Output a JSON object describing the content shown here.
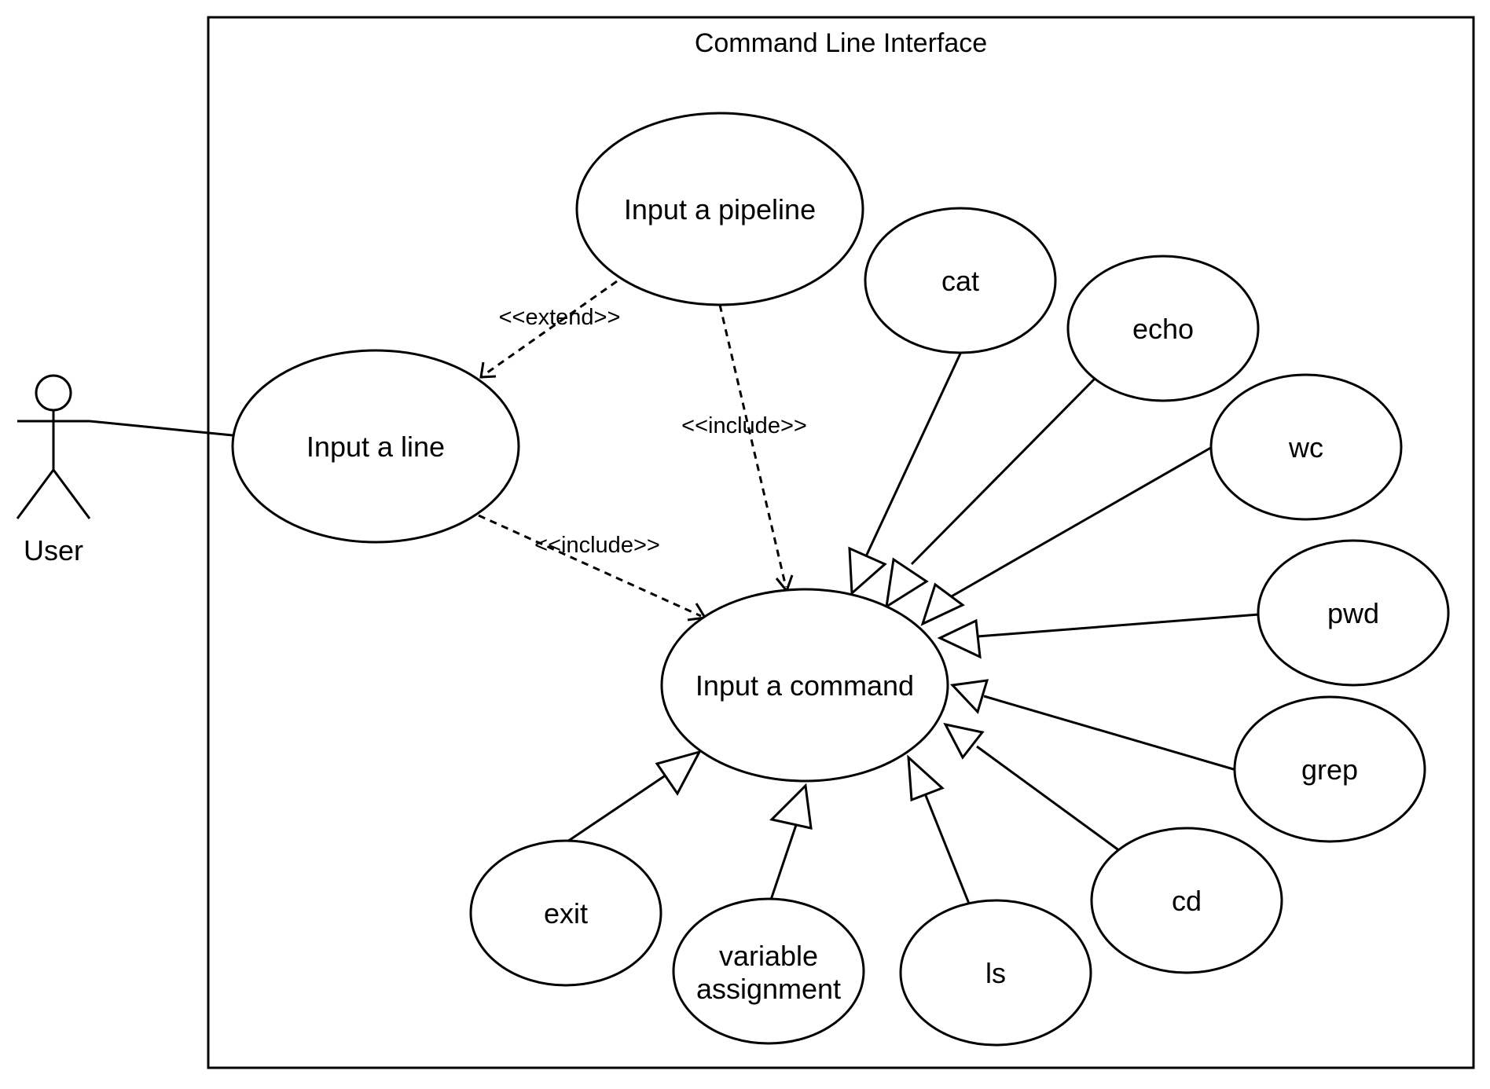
{
  "system": {
    "title": "Command Line Interface"
  },
  "actor": {
    "label": "User"
  },
  "use_cases": {
    "input_line": "Input a line",
    "input_pipeline": "Input a pipeline",
    "input_command": "Input a command",
    "cat": "cat",
    "echo": "echo",
    "wc": "wc",
    "pwd": "pwd",
    "grep": "grep",
    "cd": "cd",
    "ls": "ls",
    "variable_assignment": [
      "variable",
      "assignment"
    ],
    "exit": "exit"
  },
  "relationships": {
    "extend_label": "<<extend>>",
    "include_label_pipeline": "<<include>>",
    "include_label_line": "<<include>>"
  }
}
